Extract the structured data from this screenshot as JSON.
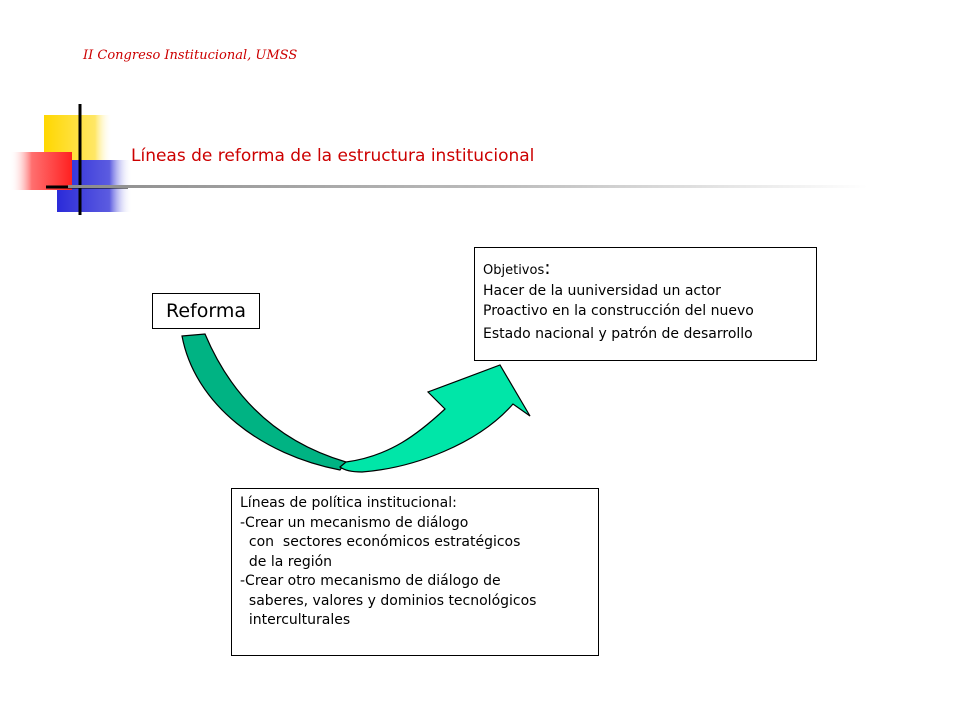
{
  "header": {
    "subtitle": "II Congreso Institucional, UMSS"
  },
  "slide": {
    "title": "Líneas de reforma de la estructura institucional"
  },
  "diagram": {
    "start_label": "Reforma",
    "objetivos": {
      "heading": "Objetivos",
      "heading_colon": ":",
      "lines": [
        "Hacer de la uuniversidad un actor",
        "Proactivo en la construcción del nuevo",
        "Estado nacional y patrón de desarrollo"
      ]
    },
    "lineas": {
      "lines": [
        "Líneas de política institucional:",
        "-Crear un mecanismo de diálogo",
        "  con  sectores económicos estratégicos",
        "  de la región",
        "-Crear otro mecanismo de diálogo de",
        "  saberes, valores y dominios tecnológicos",
        "  interculturales"
      ]
    }
  },
  "colors": {
    "title": "#cc0000",
    "arrow_dark": "#00b383",
    "arrow_light": "#00e6a8",
    "deco_yellow": "#ffd700",
    "deco_red": "#ff3333",
    "deco_blue": "#3333cc"
  }
}
